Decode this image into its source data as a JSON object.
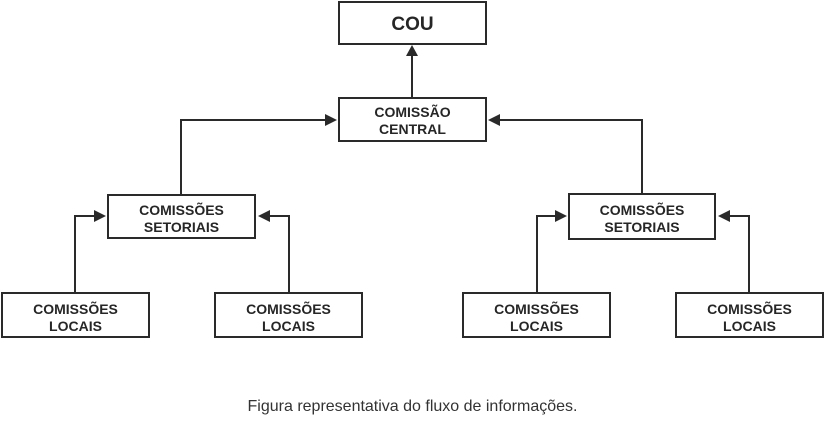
{
  "nodes": {
    "cou": {
      "lines": [
        "COU"
      ]
    },
    "central": {
      "lines": [
        "COMISSÃO",
        "CENTRAL"
      ]
    },
    "setorial_left": {
      "lines": [
        "COMISSÕES",
        "SETORIAIS"
      ]
    },
    "setorial_right": {
      "lines": [
        "COMISSÕES",
        "SETORIAIS"
      ]
    },
    "local_1": {
      "lines": [
        "COMISSÕES",
        "LOCAIS"
      ]
    },
    "local_2": {
      "lines": [
        "COMISSÕES",
        "LOCAIS"
      ]
    },
    "local_3": {
      "lines": [
        "COMISSÕES",
        "LOCAIS"
      ]
    },
    "local_4": {
      "lines": [
        "COMISSÕES",
        "LOCAIS"
      ]
    }
  },
  "edges": [
    {
      "from": "central",
      "to": "cou"
    },
    {
      "from": "setorial_left",
      "to": "central"
    },
    {
      "from": "setorial_right",
      "to": "central"
    },
    {
      "from": "local_1",
      "to": "setorial_left"
    },
    {
      "from": "local_2",
      "to": "setorial_left"
    },
    {
      "from": "local_3",
      "to": "setorial_right"
    },
    {
      "from": "local_4",
      "to": "setorial_right"
    }
  ],
  "caption": "Figura representativa do fluxo de informações."
}
